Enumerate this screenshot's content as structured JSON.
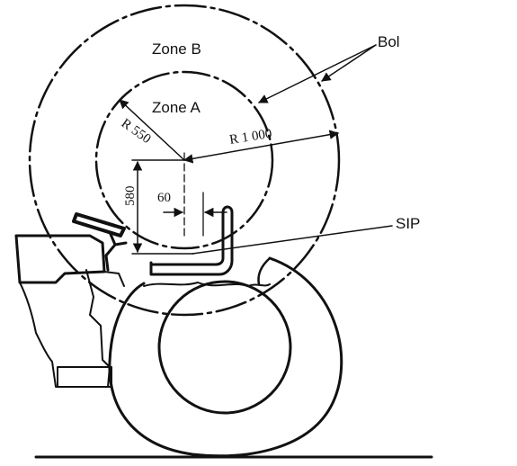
{
  "labels": {
    "zone_b": "Zone B",
    "zone_a": "Zone A",
    "bol": "Bol",
    "sip": "SIP",
    "r_small": "R 550",
    "r_large": "R 1 000",
    "dim_vertical": "580",
    "dim_horizontal": "60"
  },
  "colors": {
    "ink": "#111111",
    "background": "#ffffff"
  }
}
